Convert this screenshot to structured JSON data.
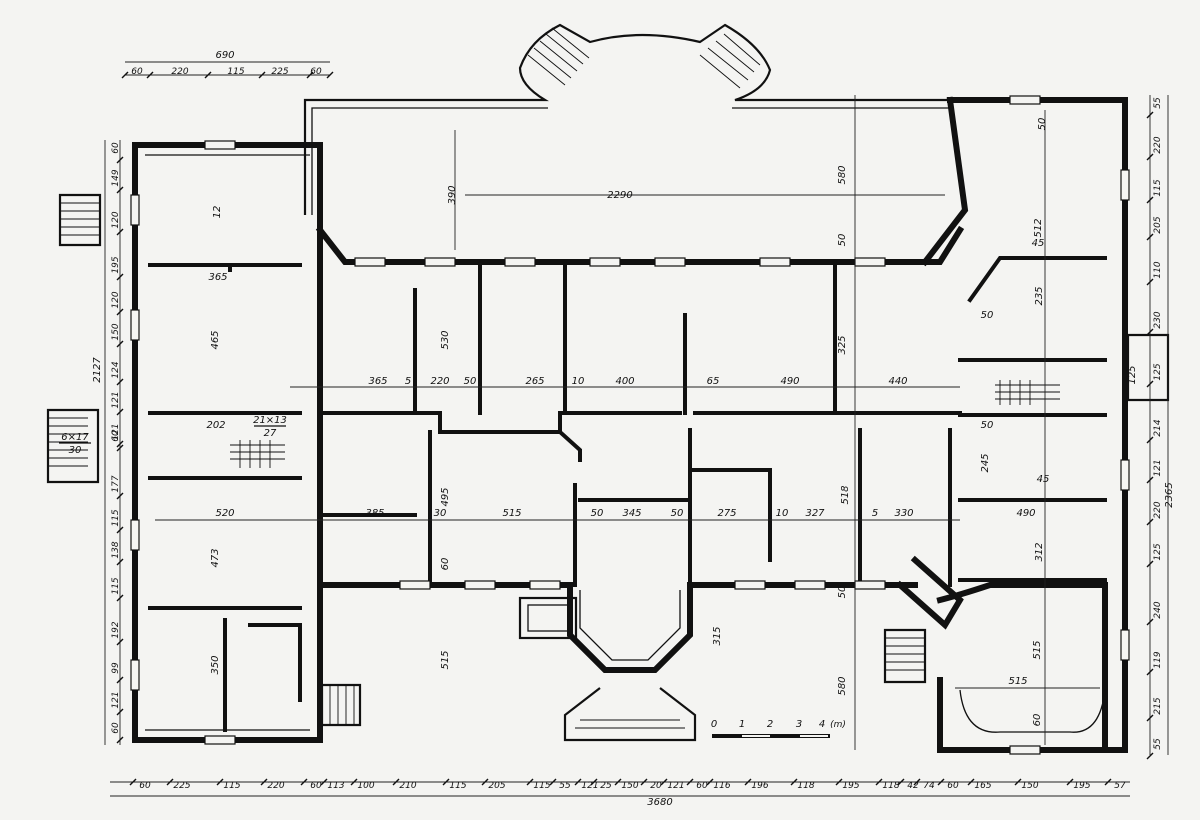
{
  "plan": {
    "top_dims": {
      "total": "690",
      "segments": [
        "60",
        "220",
        "115",
        "225",
        "60"
      ]
    },
    "bottom_dims": {
      "total": "3680",
      "segments": [
        "60",
        "225",
        "115",
        "220",
        "60",
        "113",
        "100",
        "210",
        "115",
        "205",
        "115",
        "55",
        "121",
        "25",
        "150",
        "20",
        "121",
        "60",
        "116",
        "196",
        "118",
        "195",
        "118",
        "42",
        "74",
        "60",
        "165",
        "150",
        "195",
        "57"
      ]
    },
    "left_dims": {
      "total": "2127",
      "segments": [
        "60",
        "149",
        "120",
        "195",
        "120",
        "150",
        "124",
        "121",
        "121",
        "60",
        "177",
        "115",
        "138",
        "115",
        "192",
        "99",
        "121",
        "60"
      ]
    },
    "right_dims": {
      "total": "2365",
      "segments": [
        "55",
        "220",
        "115",
        "205",
        "110",
        "230",
        "125",
        "214",
        "121",
        "220",
        "125",
        "240",
        "119",
        "215",
        "55"
      ]
    },
    "interior_labels": [
      "2290",
      "390",
      "580",
      "50",
      "365",
      "5",
      "220",
      "50",
      "265",
      "10",
      "400",
      "65",
      "490",
      "440",
      "325",
      "530",
      "12",
      "365",
      "465",
      "202",
      "520",
      "473",
      "350",
      "385",
      "30",
      "495",
      "515",
      "50",
      "345",
      "50",
      "275",
      "10",
      "327",
      "518",
      "5",
      "330",
      "60",
      "515",
      "315",
      "580",
      "50",
      "512",
      "235",
      "45",
      "50",
      "245",
      "50",
      "45",
      "490",
      "312",
      "515",
      "515",
      "60",
      "125",
      "50"
    ],
    "stair_labels": [
      {
        "text": "21×13",
        "sub": "27"
      },
      {
        "text": "6×17",
        "sub": "30"
      }
    ],
    "scale": {
      "ticks": [
        "0",
        "1",
        "2",
        "3",
        "4"
      ],
      "unit": "(m)"
    }
  }
}
